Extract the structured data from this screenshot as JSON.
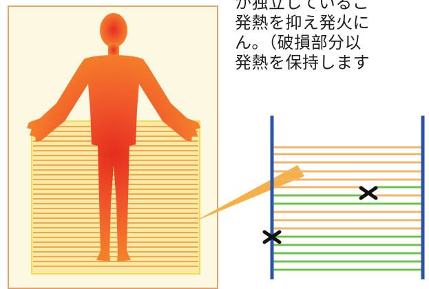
{
  "description_text": {
    "lines": [
      "か独立しているこ",
      "発熱を抑え発火に",
      "ん。（破損部分以",
      "発熱を保持します"
    ]
  },
  "colors": {
    "panel_border": "#e2a26a",
    "panel_bg": "#fdf8e1",
    "heater_line": "#f0a64a",
    "heater_frame": "#f2de4a",
    "body_core": "#e52d1e",
    "body_edge": "#f5862a",
    "active_line": "#f3b46a",
    "isolated_line": "#6cc24a",
    "electrode": "#2a52a8",
    "break_mark": "#111111",
    "pointer": "#f5b047"
  },
  "icons": {
    "break_marks": [
      "cross-mark",
      "cross-mark"
    ],
    "figure": "human-silhouette",
    "pointer": "callout-wedge"
  }
}
